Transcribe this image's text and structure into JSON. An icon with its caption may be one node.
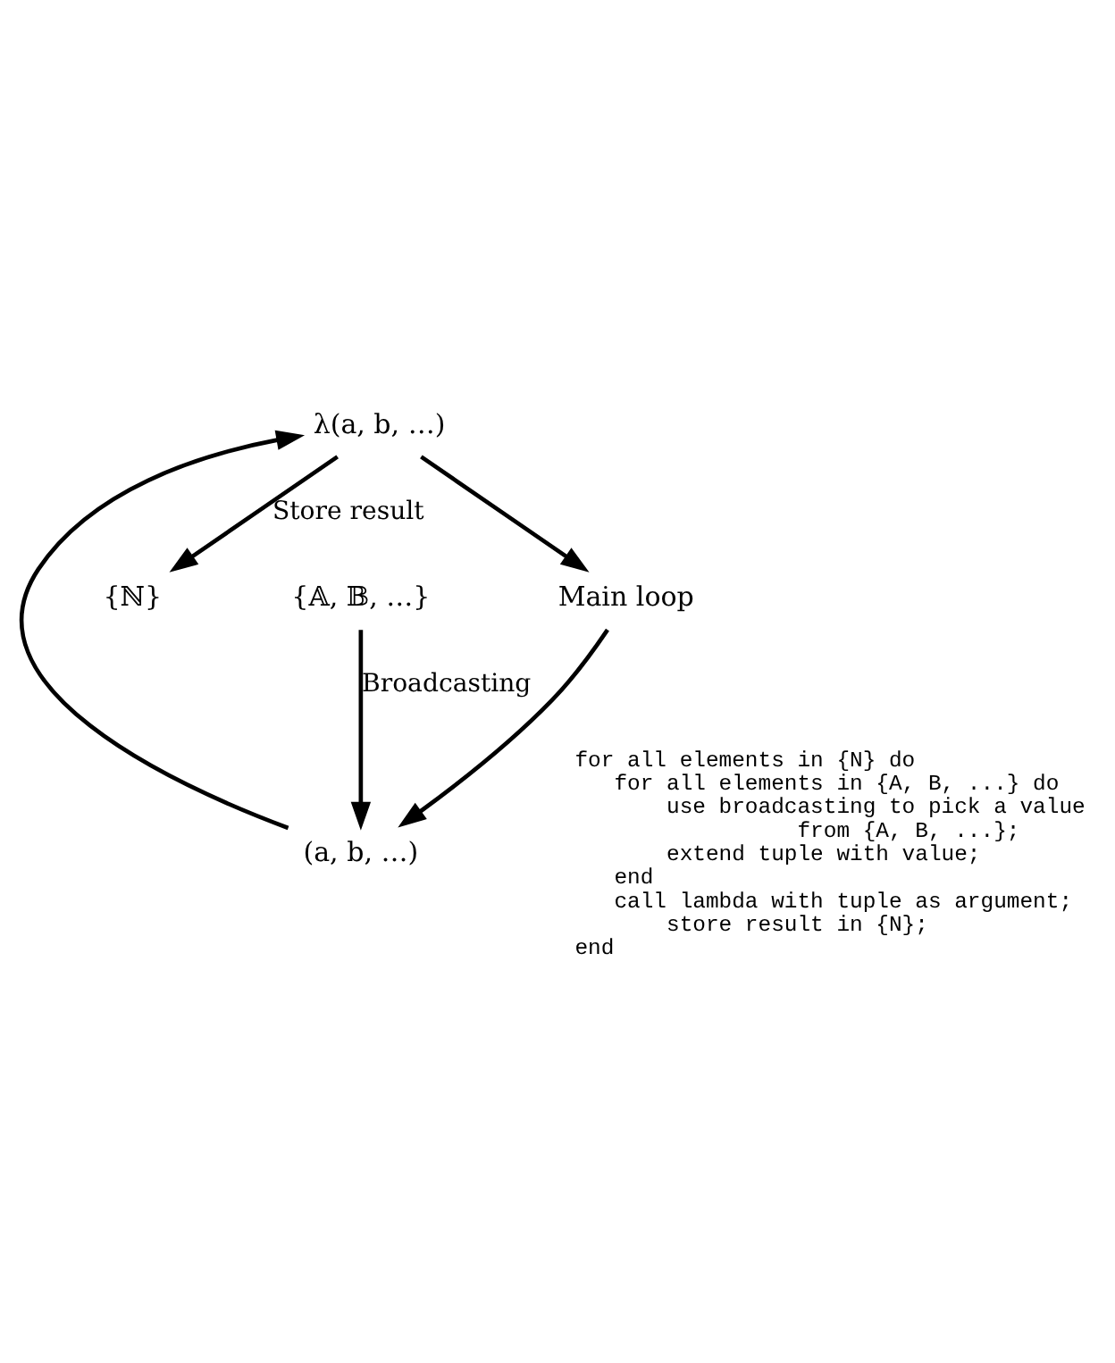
{
  "diagram": {
    "nodes": [
      {
        "text": [
          "{ℕ}"
        ]
      },
      {
        "text": [
          "{𝔸, 𝔹, …}"
        ]
      },
      {
        "text": [
          "Main loop"
        ]
      },
      {
        "text": [
          "(a, b, …)"
        ]
      },
      {
        "text": [
          "λ(a, b, …)"
        ]
      }
    ],
    "edges": [
      {
        "from": 4,
        "to": 0,
        "arrow": "to",
        "label": "Store result"
      },
      {
        "from": 4,
        "to": 2,
        "arrow": "to"
      },
      {
        "from": 2,
        "to": 3,
        "arrow": "to"
      },
      {
        "from": 1,
        "to": 3,
        "arrow": "to",
        "label": "Broadcasting"
      },
      {
        "from": 3,
        "to": 4,
        "arrow": "to"
      }
    ],
    "labels": [
      "for all elements in {N} do",
      "    for all elements in {A, B, ...} do",
      "        use broadcasting to pick a value",
      "                  from {A, B, ...};",
      "        extend tuple with value;",
      "    end",
      "    call lambda with tuple as argument;",
      "        store result in {N};",
      "end"
    ]
  }
}
